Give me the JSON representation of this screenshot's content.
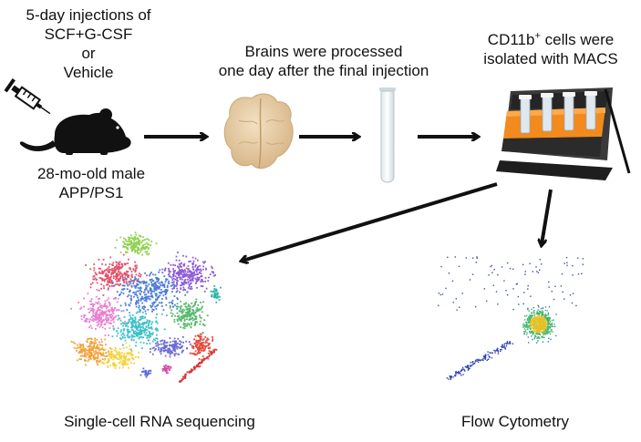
{
  "treatment": {
    "line1": "5-day injections of",
    "line2": "SCF+G-CSF",
    "line3": "or",
    "line4": "Vehicle"
  },
  "subject": {
    "line1": "28-mo-old male",
    "line2": "APP/PS1"
  },
  "processing": {
    "line1": "Brains were processed",
    "line2": "one day after the final injection"
  },
  "isolation": {
    "marker": "CD11b",
    "marker_sup": "+",
    "line1_rest": " cells were",
    "line2": "isolated with MACS"
  },
  "outputs": {
    "scrna": "Single-cell RNA sequencing",
    "flow": "Flow Cytometry"
  },
  "colors": {
    "arrow": "#111111",
    "brain": "#e8cfa9",
    "macs_orange": "#f28a1e",
    "macs_body": "#2b2b2b"
  },
  "icons": [
    "syringe-icon",
    "mouse-icon",
    "brain-icon",
    "test-tube-icon",
    "macs-separator-icon"
  ]
}
